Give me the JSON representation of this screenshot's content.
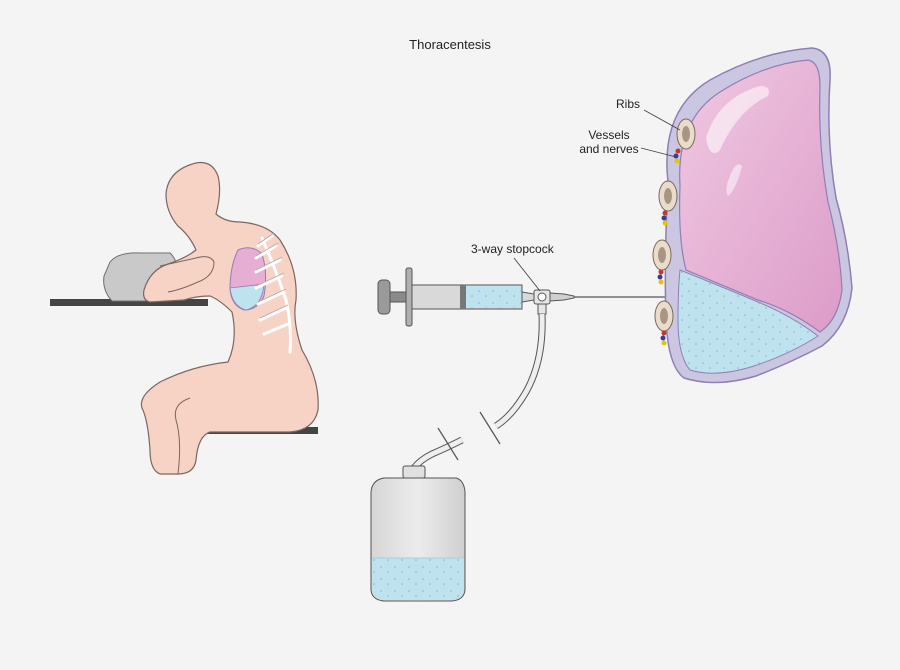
{
  "title": "Thoracentesis",
  "labels": {
    "ribs": "Ribs",
    "vessels_line1": "Vessels",
    "vessels_line2": "and nerves",
    "stopcock": "3-way stopcock"
  },
  "colors": {
    "background": "#f4f4f4",
    "skin": "#f7d3c6",
    "skin_outline": "#7b6660",
    "lung": "#e6aed3",
    "lung_outline": "#8f7fb3",
    "pleura": "#cbc7e3",
    "fluid": "#bfe3ee",
    "table": "#444444",
    "bolster": "#c9c9c9",
    "rib": "#e9dccb",
    "rib_core": "#a89682"
  }
}
